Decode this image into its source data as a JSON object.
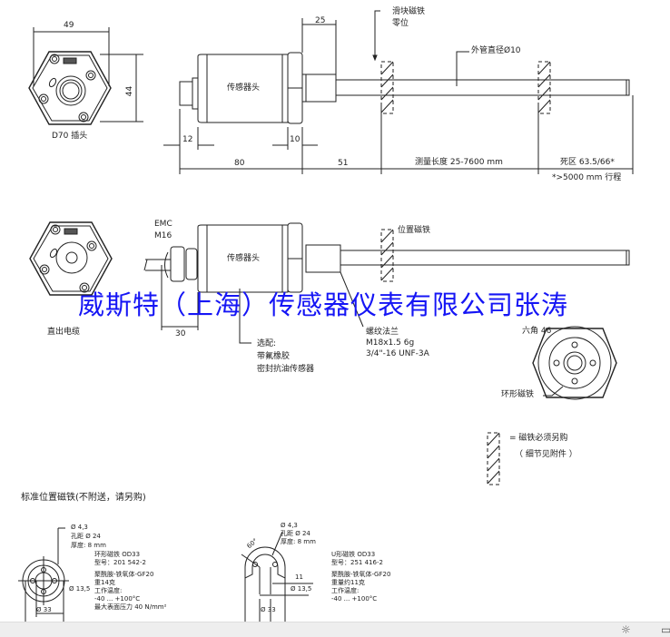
{
  "top_view": {
    "dim_width": "49",
    "dim_height": "44",
    "face_label": "D70 插头",
    "body_label": "传感器头",
    "dim_25": "25",
    "dim_12": "12",
    "dim_10": "10",
    "dim_80": "80",
    "dim_51": "51",
    "measure_length": "测量长度 25-7600 mm",
    "dead_zone": "死区 63.5/66*",
    "dead_zone_note": "*>5000 mm 行程",
    "zero_label_1": "滑块磁铁",
    "zero_label_2": "零位",
    "tube_label": "外管直径Ø10"
  },
  "cable_view": {
    "face_label": "直出电缆",
    "emc_1": "EMC",
    "emc_2": "M16",
    "body_label": "传感器头",
    "dim_30": "30",
    "magnet_label": "位置磁铁",
    "flange_1": "螺纹法兰",
    "flange_2": "M18x1.5 6g",
    "flange_3": "3/4\"-16 UNF-3A",
    "option_1": "选配:",
    "option_2": "带氟橡胶",
    "option_3": "密封抗油传感器",
    "hex_label": "六角 46",
    "ring_label": "环形磁铁"
  },
  "legend": {
    "line1": "= 磁铁必须另购",
    "line2": "（ 细节见附件 ）"
  },
  "watermark": "威斯特（上海）传感器仪表有限公司张涛",
  "magnets": {
    "title": "标准位置磁铁(不附送，请另购)",
    "ring": {
      "hole": "Ø 4,3",
      "pitch": "孔距 Ø 24",
      "thickness": "厚度: 8 mm",
      "name": "环形磁铁 OD33",
      "model": "型号：201 542-2",
      "material": "聚酰胺-铁氧体-GF20",
      "weight": "重14克",
      "temp_label": "工作温度:",
      "temp": "-40 ... +100°C",
      "pressure": "最大表面压力 40 N/mm²",
      "inner_dia": "Ø 13,5",
      "outer_dia": "Ø 33"
    },
    "u": {
      "hole": "Ø 4,3",
      "pitch": "孔距 Ø 24",
      "thickness": "厚度: 8 mm",
      "angle": "60°",
      "name": "U形磁铁 OD33",
      "model": "型号：251 416-2",
      "material": "聚酰胺-铁氧体-GF20",
      "weight": "重量约11克",
      "temp_label": "工作温度:",
      "temp": "-40 ... +100°C",
      "gap": "11",
      "inner_dia": "Ø 13,5",
      "outer_dia": "Ø 33"
    }
  },
  "taskbar": {
    "icon_1": "brightness-icon",
    "icon_2": "window-icon"
  }
}
